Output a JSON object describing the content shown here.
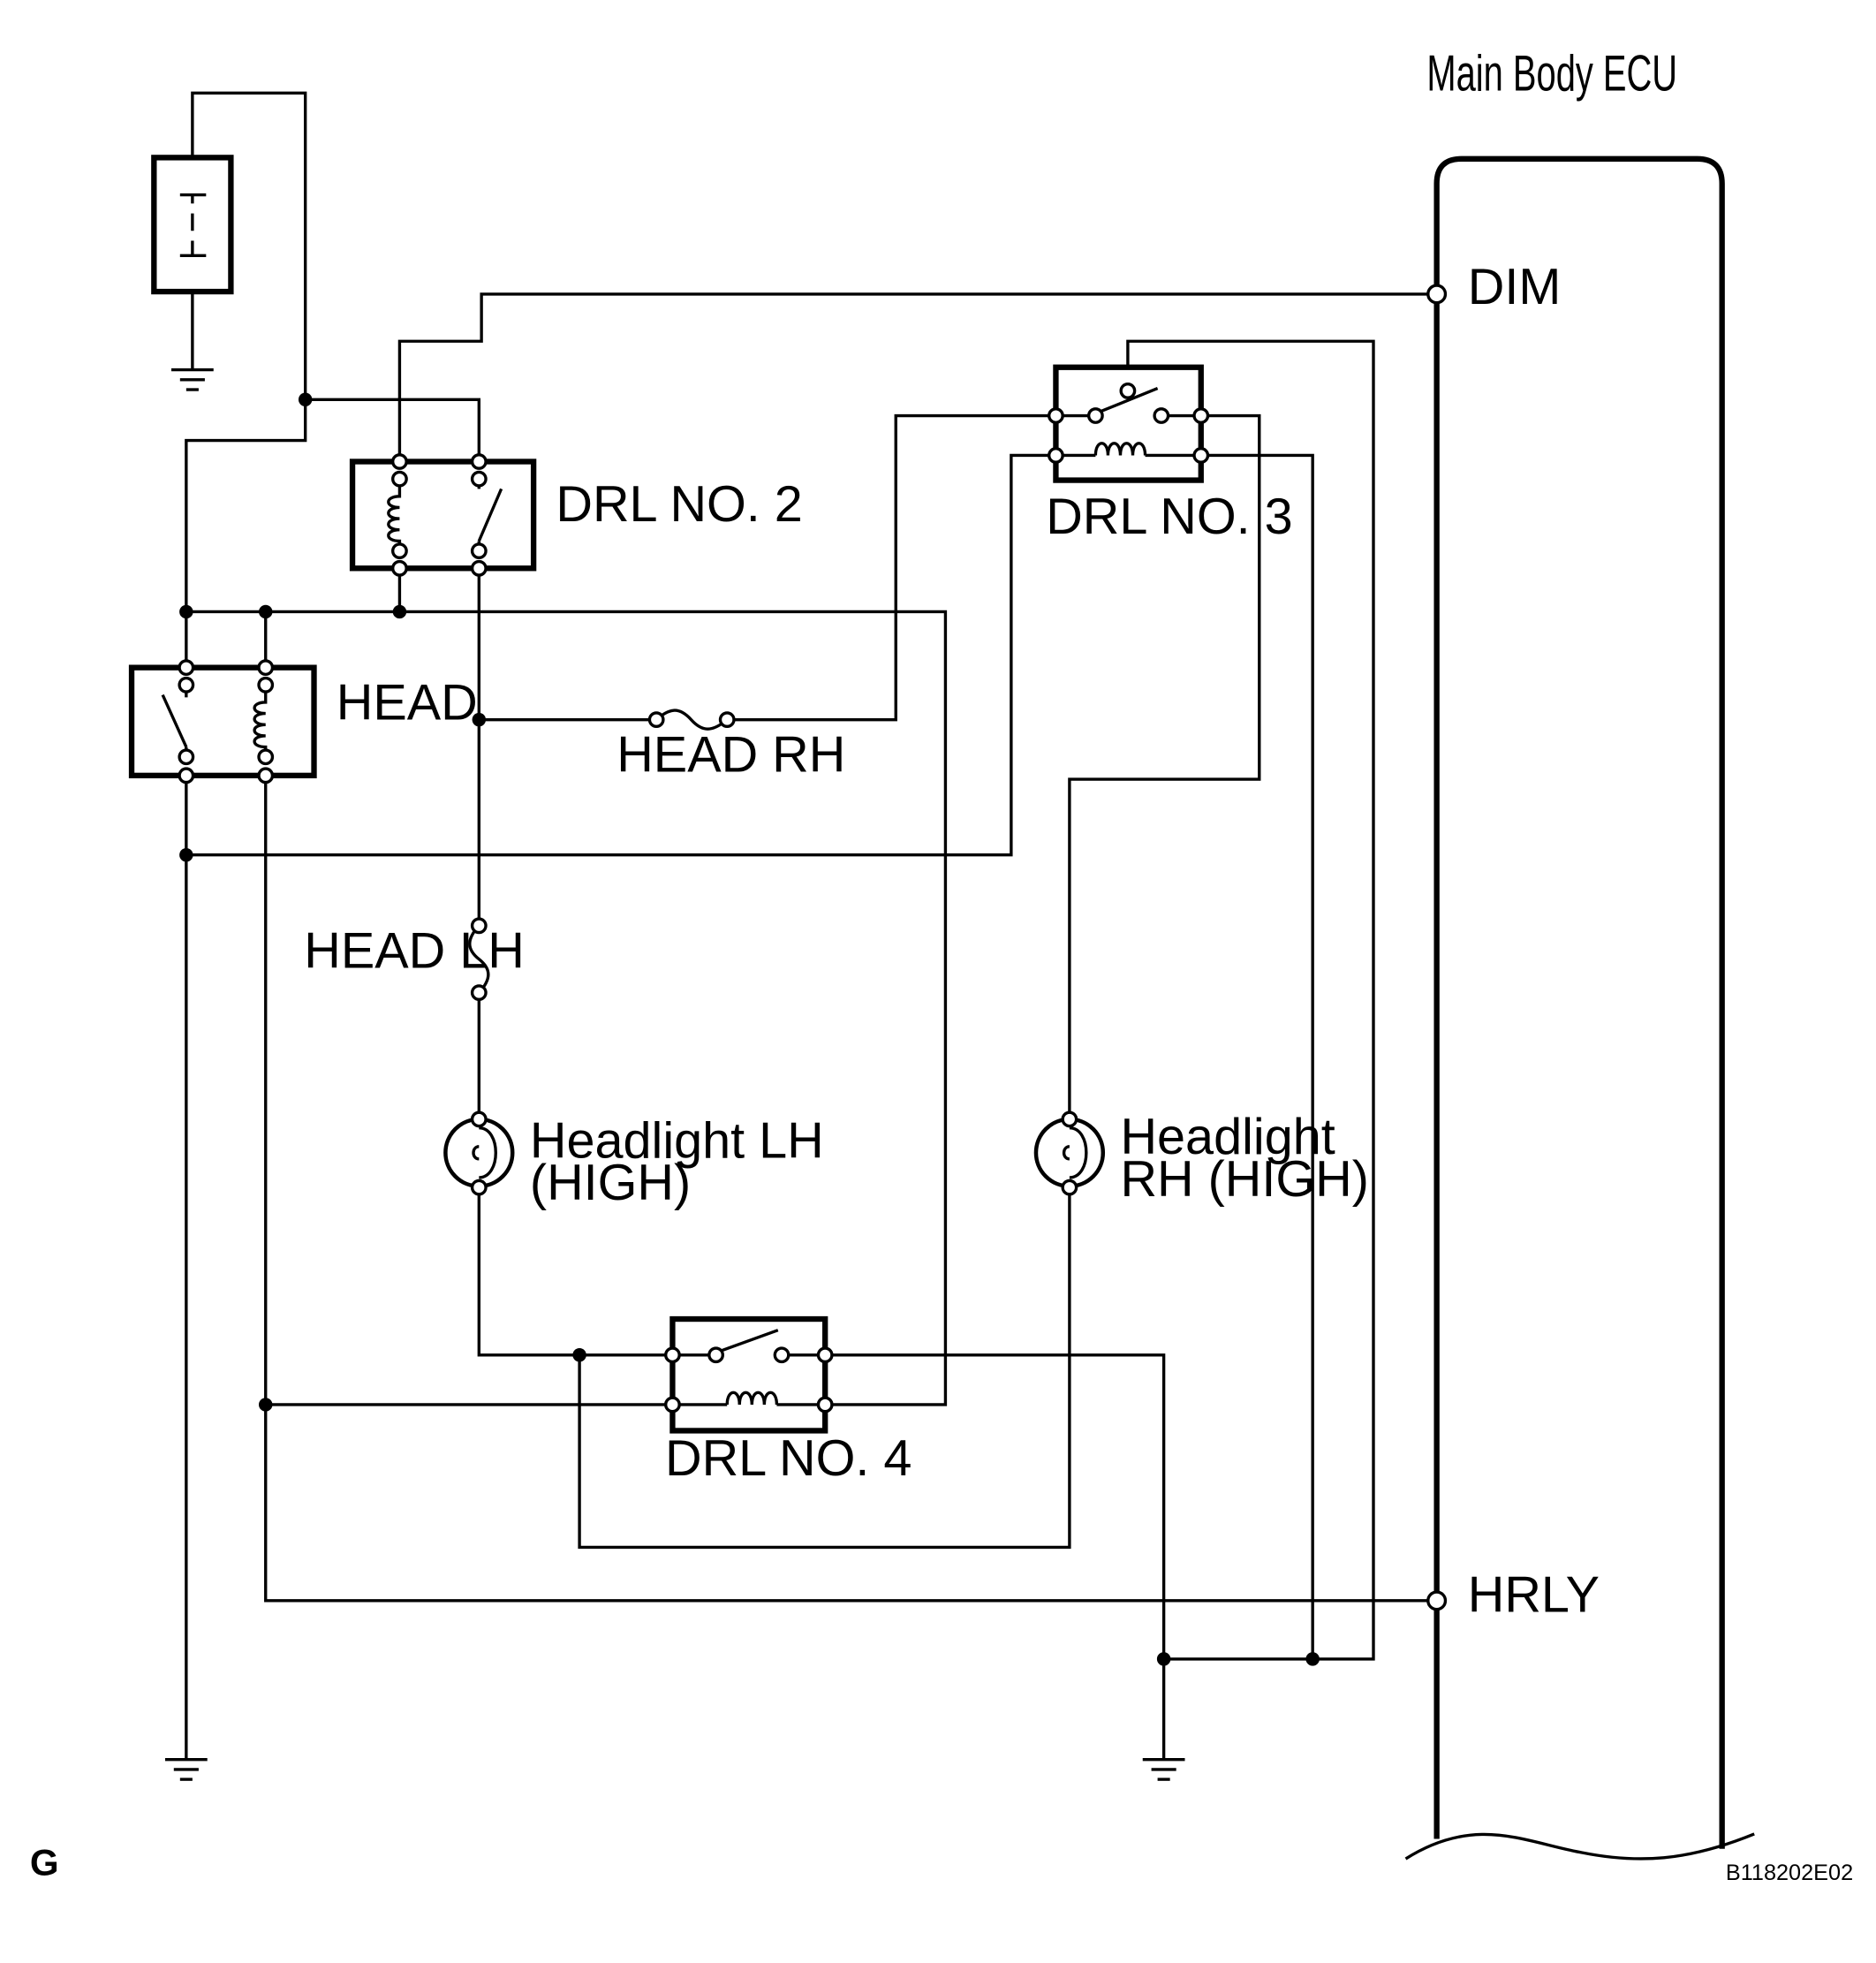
{
  "ecu": {
    "title": "Main Body ECU",
    "pins": [
      "DIM",
      "HRLY"
    ]
  },
  "relays": {
    "drl2": "DRL NO. 2",
    "drl3": "DRL NO. 3",
    "drl4": "DRL NO. 4",
    "head": "HEAD"
  },
  "fuses": {
    "head_rh": "HEAD RH",
    "head_lh": "HEAD LH"
  },
  "lamps": {
    "lh_line1": "Headlight LH",
    "lh_line2": "(HIGH)",
    "rh_line1": "Headlight",
    "rh_line2": "RH (HIGH)"
  },
  "footer": {
    "page_marker": "G",
    "figure_code": "B118202E02"
  },
  "colors": {
    "ink": "#000000",
    "background": "#ffffff"
  }
}
